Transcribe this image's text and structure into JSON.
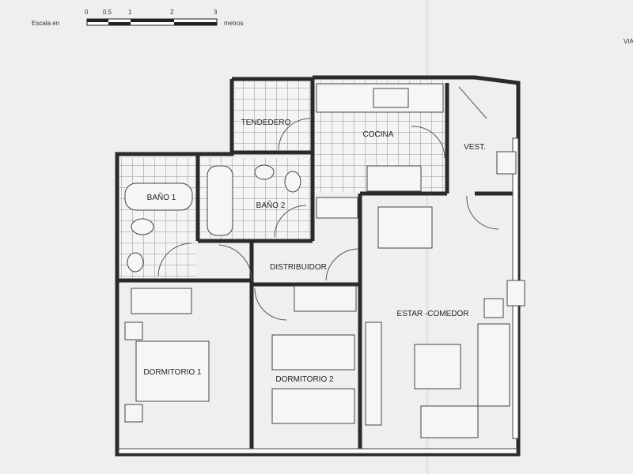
{
  "scale": {
    "label": "Escala en",
    "unit": "metros",
    "ticks": [
      "0",
      "0.5",
      "1",
      "2",
      "3"
    ]
  },
  "edge_text": "VIA",
  "rooms": {
    "tendedero": "TENDEDERO",
    "cocina": "COCINA",
    "vestibulo": "VEST.",
    "bano1": "BAÑO 1",
    "bano2": "BAÑO 2",
    "distribuidor": "DISTRIBUIDOR",
    "estar_comedor": "ESTAR -COMEDOR",
    "dormitorio1": "DORMITORIO 1",
    "dormitorio2": "DORMITORIO 2"
  }
}
